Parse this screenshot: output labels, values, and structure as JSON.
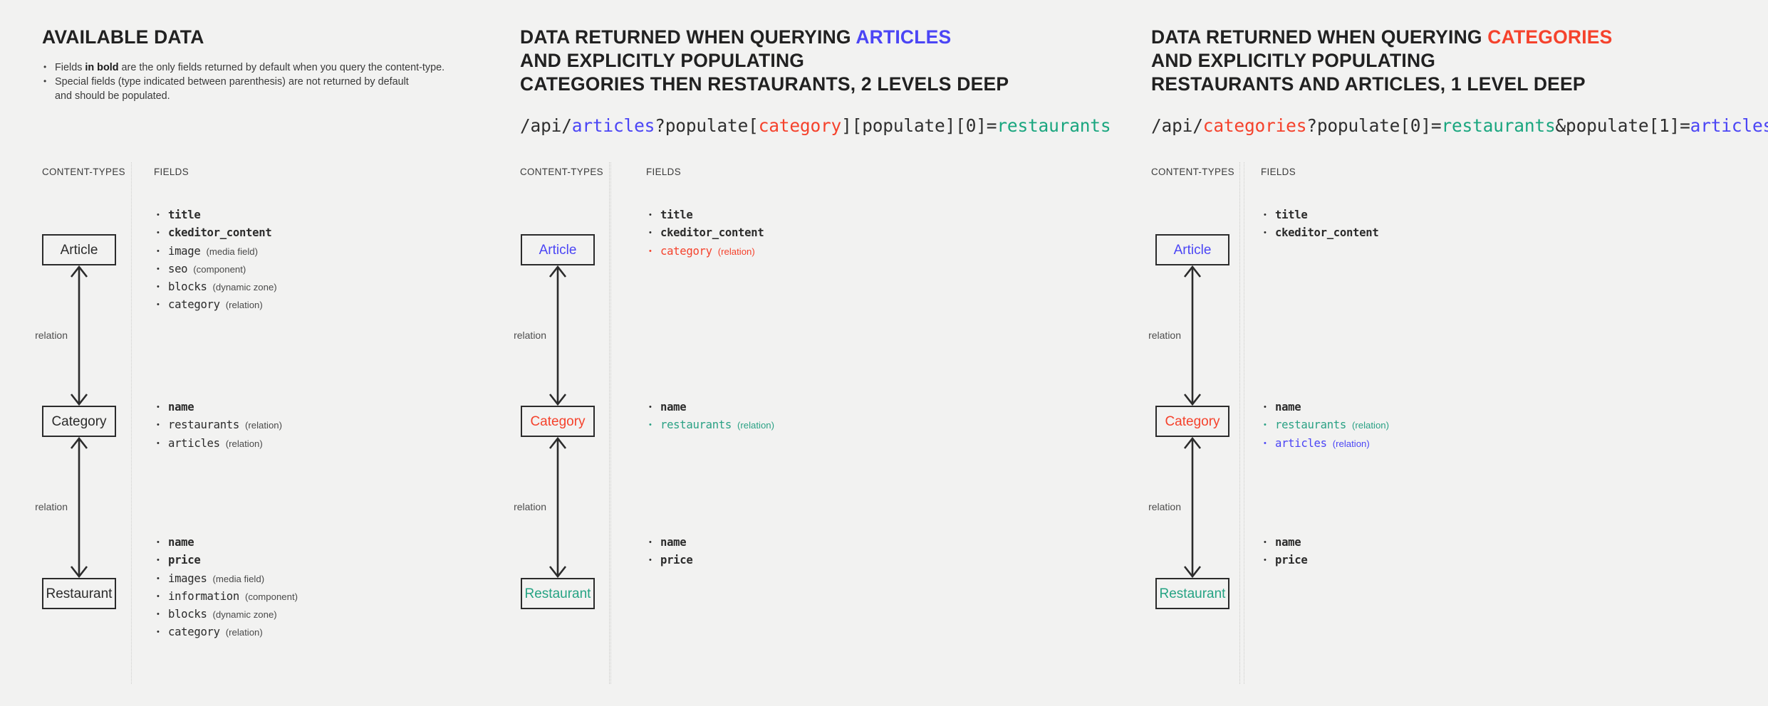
{
  "colors": {
    "background": "#f2f2f1",
    "ink": "#2b2b2b",
    "blue": "#4b45f5",
    "red": "#f5422c",
    "green": "#25a383"
  },
  "panels": [
    {
      "title_parts": [
        {
          "text": "AVAILABLE DATA",
          "color": "ink"
        }
      ],
      "bullets": [
        {
          "pre": "Fields ",
          "bold": "in bold",
          "post": " are the only fields returned by default when you query the content-type."
        },
        {
          "pre": "Special fields (type indicated between parenthesis) are not returned by default",
          "bold": "",
          "post": ""
        },
        {
          "cont": "and should be populated."
        }
      ],
      "query": null,
      "col_contenttypes_label": "CONTENT-TYPES",
      "col_fields_label": "FIELDS",
      "nodes": [
        {
          "name": "Article",
          "color": "ink"
        },
        {
          "name": "Category",
          "color": "ink"
        },
        {
          "name": "Restaurant",
          "color": "ink"
        }
      ],
      "relations": [
        {
          "label": "relation",
          "heads": "both"
        },
        {
          "label": "relation",
          "heads": "both"
        }
      ],
      "field_groups": [
        [
          {
            "name": "title",
            "type": "",
            "bold": true,
            "color": "ink"
          },
          {
            "name": "ckeditor_content",
            "type": "",
            "bold": true,
            "color": "ink"
          },
          {
            "name": "image",
            "type": "(media field)",
            "bold": false,
            "color": "ink"
          },
          {
            "name": "seo",
            "type": "(component)",
            "bold": false,
            "color": "ink"
          },
          {
            "name": "blocks",
            "type": "(dynamic zone)",
            "bold": false,
            "color": "ink"
          },
          {
            "name": "category",
            "type": "(relation)",
            "bold": false,
            "color": "ink"
          }
        ],
        [
          {
            "name": "name",
            "type": "",
            "bold": true,
            "color": "ink"
          },
          {
            "name": "restaurants",
            "type": "(relation)",
            "bold": false,
            "color": "ink"
          },
          {
            "name": "articles",
            "type": "(relation)",
            "bold": false,
            "color": "ink"
          }
        ],
        [
          {
            "name": "name",
            "type": "",
            "bold": true,
            "color": "ink"
          },
          {
            "name": "price",
            "type": "",
            "bold": true,
            "color": "ink"
          },
          {
            "name": "images",
            "type": "(media field)",
            "bold": false,
            "color": "ink"
          },
          {
            "name": "information",
            "type": "(component)",
            "bold": false,
            "color": "ink"
          },
          {
            "name": "blocks",
            "type": "(dynamic zone)",
            "bold": false,
            "color": "ink"
          },
          {
            "name": "category",
            "type": "(relation)",
            "bold": false,
            "color": "ink"
          }
        ]
      ]
    },
    {
      "title_parts": [
        {
          "text": "DATA RETURNED WHEN QUERYING ",
          "color": "ink"
        },
        {
          "text": "ARTICLES",
          "color": "blue"
        },
        {
          "text": "\nAND EXPLICITLY POPULATING\nCATEGORIES THEN RESTAURANTS, 2 LEVELS DEEP",
          "color": "ink"
        }
      ],
      "bullets": [],
      "query": [
        {
          "text": "/api/",
          "color": "ink"
        },
        {
          "text": "articles",
          "color": "blue"
        },
        {
          "text": "?populate[",
          "color": "ink"
        },
        {
          "text": "category",
          "color": "red"
        },
        {
          "text": "][populate][0]=",
          "color": "ink"
        },
        {
          "text": "restaurants",
          "color": "green"
        }
      ],
      "col_contenttypes_label": "CONTENT-TYPES",
      "col_fields_label": "FIELDS",
      "nodes": [
        {
          "name": "Article",
          "color": "blue"
        },
        {
          "name": "Category",
          "color": "red"
        },
        {
          "name": "Restaurant",
          "color": "green"
        }
      ],
      "relations": [
        {
          "label": "relation",
          "heads": "both"
        },
        {
          "label": "relation",
          "heads": "both"
        }
      ],
      "field_groups": [
        [
          {
            "name": "title",
            "type": "",
            "bold": true,
            "color": "ink"
          },
          {
            "name": "ckeditor_content",
            "type": "",
            "bold": true,
            "color": "ink"
          },
          {
            "name": "category",
            "type": "(relation)",
            "bold": false,
            "color": "red"
          }
        ],
        [
          {
            "name": "name",
            "type": "",
            "bold": true,
            "color": "ink"
          },
          {
            "name": "restaurants",
            "type": "(relation)",
            "bold": false,
            "color": "green"
          }
        ],
        [
          {
            "name": "name",
            "type": "",
            "bold": true,
            "color": "ink"
          },
          {
            "name": "price",
            "type": "",
            "bold": true,
            "color": "ink"
          }
        ]
      ]
    },
    {
      "title_parts": [
        {
          "text": "DATA RETURNED WHEN QUERYING ",
          "color": "ink"
        },
        {
          "text": "CATEGORIES",
          "color": "red"
        },
        {
          "text": "\nAND EXPLICITLY POPULATING\nRESTAURANTS AND ARTICLES, 1 LEVEL DEEP",
          "color": "ink"
        }
      ],
      "bullets": [],
      "query": [
        {
          "text": "/api/",
          "color": "ink"
        },
        {
          "text": "categories",
          "color": "red"
        },
        {
          "text": "?populate[0]=",
          "color": "ink"
        },
        {
          "text": "restaurants",
          "color": "green"
        },
        {
          "text": "&populate[1]=",
          "color": "ink"
        },
        {
          "text": "articles",
          "color": "blue"
        }
      ],
      "col_contenttypes_label": "CONTENT-TYPES",
      "col_fields_label": "FIELDS",
      "nodes": [
        {
          "name": "Article",
          "color": "blue"
        },
        {
          "name": "Category",
          "color": "red"
        },
        {
          "name": "Restaurant",
          "color": "green"
        }
      ],
      "relations": [
        {
          "label": "relation",
          "heads": "both"
        },
        {
          "label": "relation",
          "heads": "both"
        }
      ],
      "field_groups": [
        [
          {
            "name": "title",
            "type": "",
            "bold": true,
            "color": "ink"
          },
          {
            "name": "ckeditor_content",
            "type": "",
            "bold": true,
            "color": "ink"
          }
        ],
        [
          {
            "name": "name",
            "type": "",
            "bold": true,
            "color": "ink"
          },
          {
            "name": "restaurants",
            "type": "(relation)",
            "bold": false,
            "color": "green"
          },
          {
            "name": "articles",
            "type": "(relation)",
            "bold": false,
            "color": "blue"
          }
        ],
        [
          {
            "name": "name",
            "type": "",
            "bold": true,
            "color": "ink"
          },
          {
            "name": "price",
            "type": "",
            "bold": true,
            "color": "ink"
          }
        ]
      ]
    }
  ]
}
